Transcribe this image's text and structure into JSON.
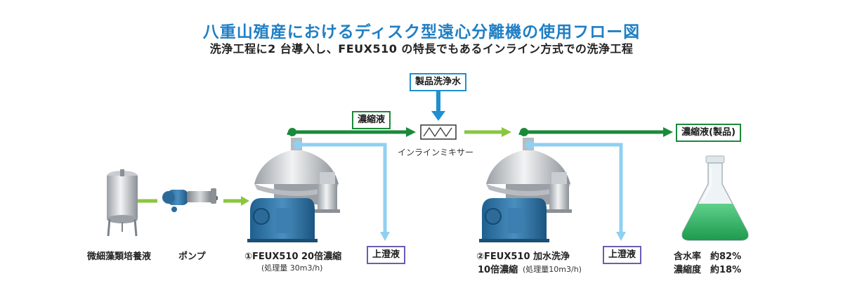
{
  "header": {
    "title": "八重山殖産におけるディスク型遠心分離機の使用フロー図",
    "subtitle": "洗浄工程に2 台導入し、FEUX510 の特長でもあるインライン方式での洗浄工程"
  },
  "boxes": {
    "wash_water": "製品洗浄水",
    "concentrate_1": "濃縮液",
    "concentrate_product": "濃縮液(製品)",
    "supernatant_1": "上澄液",
    "supernatant_2": "上澄液"
  },
  "labels": {
    "inline_mixer": "インラインミキサー",
    "tank": "微細藻類培養液",
    "pump": "ポンプ",
    "separator1_line1": "①FEUX510 20倍濃縮",
    "separator1_line2": "(処理量 30m3/h)",
    "separator2_line1": "②FEUX510 加水洗浄",
    "separator2_line2a": "10倍濃縮",
    "separator2_line2b": "(処理量10m3/h)",
    "water_content": "含水率　約82%",
    "concentration": "濃縮度　約18%"
  },
  "colors": {
    "title": "#1f7fc4",
    "green_flow": "#1a8a3a",
    "light_green_flow": "#8ac63f",
    "blue_flow": "#8fd0f2",
    "wash_arrow": "#1e90d0",
    "machine_blue": "#2f6f9e"
  }
}
